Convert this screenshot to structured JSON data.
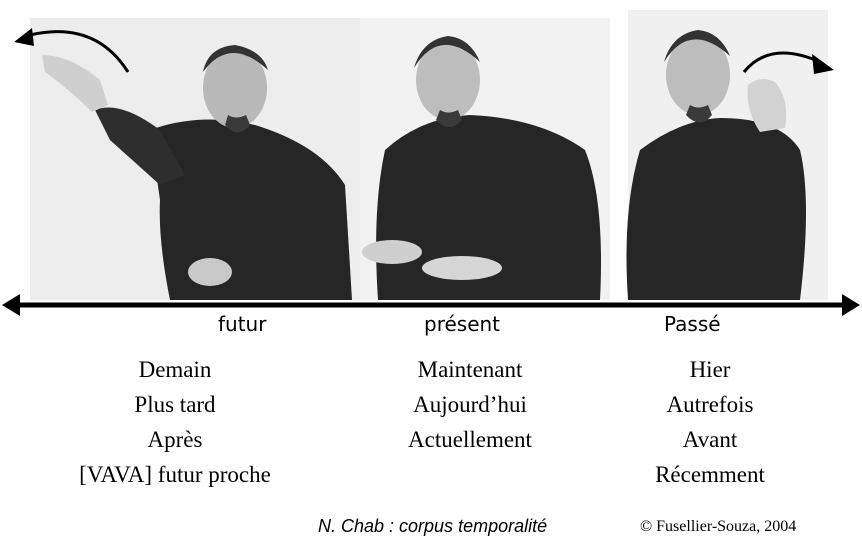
{
  "labels": {
    "futur": "futur",
    "present": "présent",
    "passe": "Passé"
  },
  "futur_words": [
    "Demain",
    "Plus tard",
    "Après",
    "[VAVA] futur proche"
  ],
  "present_words": [
    "Maintenant",
    "Aujourd’hui",
    "Actuellement"
  ],
  "passe_words": [
    "Hier",
    "Autrefois",
    "Avant",
    "Récemment"
  ],
  "caption": "N. Chab : corpus temporalité",
  "copyright": "© Fusellier-Souza, 2004"
}
